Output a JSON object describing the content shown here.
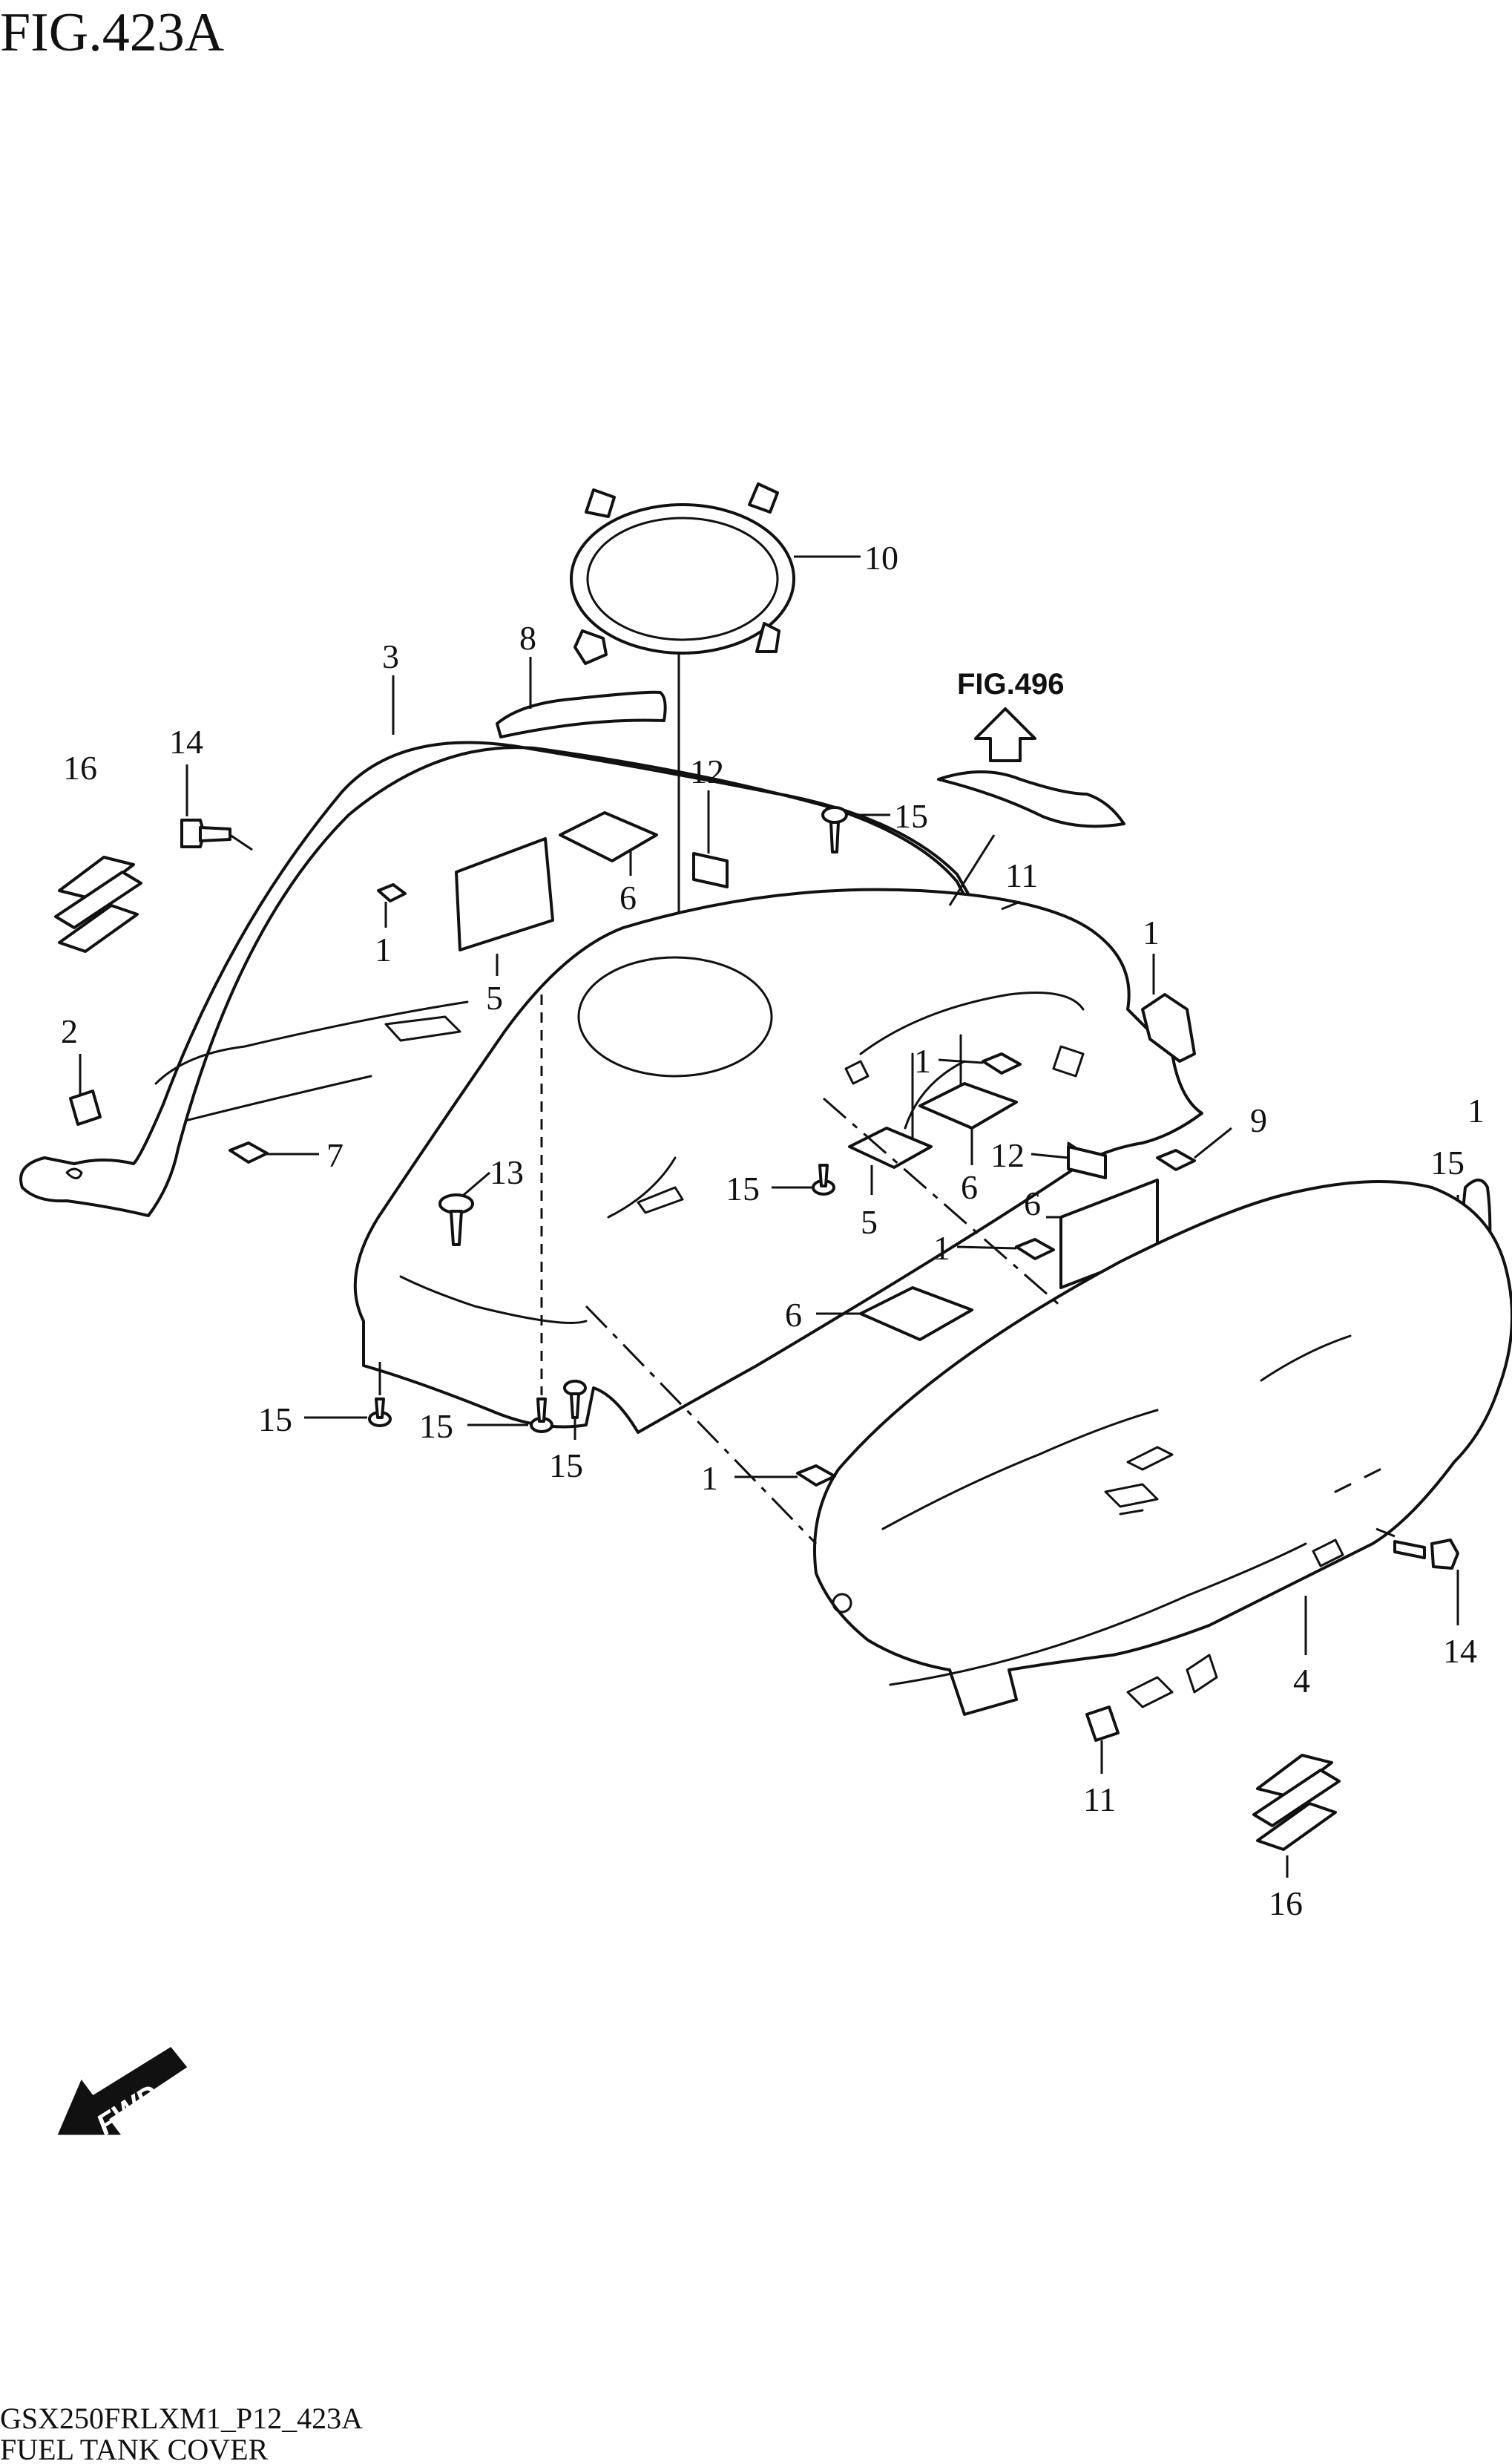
{
  "figure": {
    "title": "FIG.423A",
    "reference_label": "FIG.496",
    "direction_label": "FWD"
  },
  "footer": {
    "model_code": "GSX250FRLXM1_P12_423A",
    "section_name": "FUEL TANK COVER"
  },
  "callouts": [
    {
      "id": "c10",
      "text": "10"
    },
    {
      "id": "c8",
      "text": "8"
    },
    {
      "id": "c3",
      "text": "3"
    },
    {
      "id": "c14a",
      "text": "14"
    },
    {
      "id": "c16a",
      "text": "16"
    },
    {
      "id": "c12a",
      "text": "12"
    },
    {
      "id": "c15a",
      "text": "15"
    },
    {
      "id": "c6a",
      "text": "6"
    },
    {
      "id": "c1a",
      "text": "1"
    },
    {
      "id": "c5a",
      "text": "5"
    },
    {
      "id": "c2",
      "text": "2"
    },
    {
      "id": "c7",
      "text": "7"
    },
    {
      "id": "c11a",
      "text": "11"
    },
    {
      "id": "c1b",
      "text": "1"
    },
    {
      "id": "c1c",
      "text": "1"
    },
    {
      "id": "c1d",
      "text": "1"
    },
    {
      "id": "c9",
      "text": "9"
    },
    {
      "id": "c13",
      "text": "13"
    },
    {
      "id": "c15b",
      "text": "15"
    },
    {
      "id": "c12b",
      "text": "12"
    },
    {
      "id": "c6b",
      "text": "6"
    },
    {
      "id": "c15c",
      "text": "15"
    },
    {
      "id": "c5b",
      "text": "5"
    },
    {
      "id": "c6c",
      "text": "6"
    },
    {
      "id": "c1e",
      "text": "1"
    },
    {
      "id": "c6d",
      "text": "6"
    },
    {
      "id": "c15d",
      "text": "15"
    },
    {
      "id": "c15e",
      "text": "15"
    },
    {
      "id": "c15f",
      "text": "15"
    },
    {
      "id": "c1f",
      "text": "1"
    },
    {
      "id": "c14b",
      "text": "14"
    },
    {
      "id": "c4",
      "text": "4"
    },
    {
      "id": "c11b",
      "text": "11"
    },
    {
      "id": "c16b",
      "text": "16"
    }
  ]
}
